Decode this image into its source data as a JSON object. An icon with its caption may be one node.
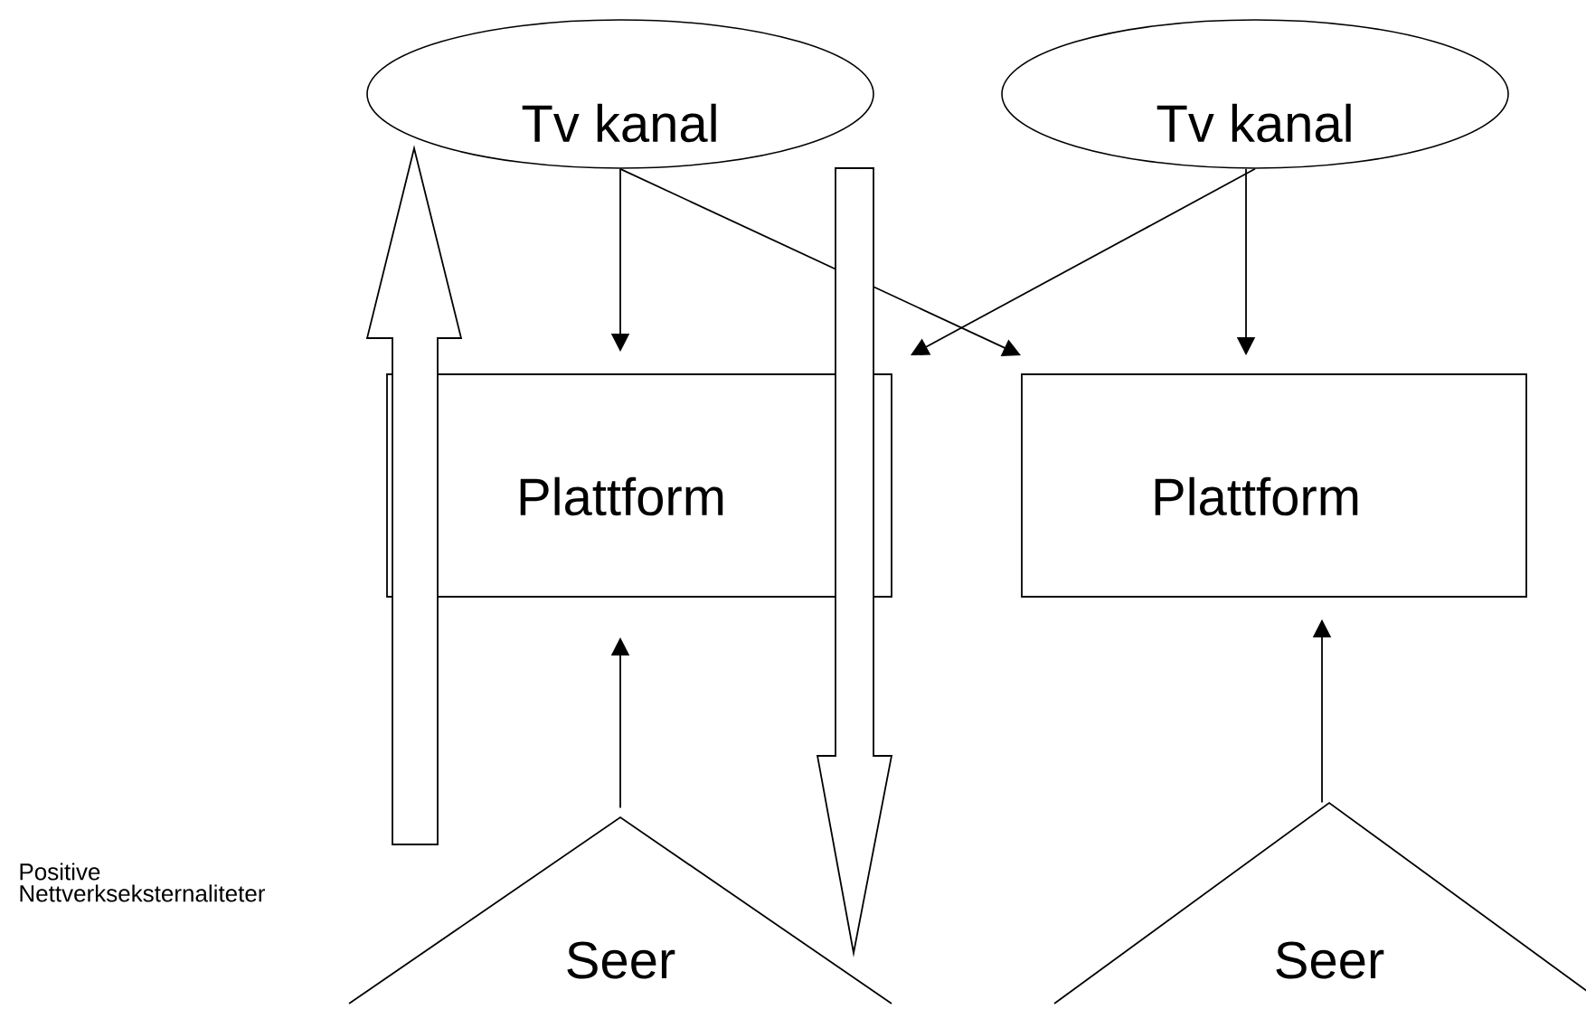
{
  "diagram": {
    "nodes": [
      {
        "text": [
          "Tv kanal"
        ]
      },
      {
        "text": [
          "Tv kanal"
        ]
      },
      {
        "text": [
          "Plattform"
        ]
      },
      {
        "text": [
          "Plattform"
        ]
      },
      {
        "text": [
          "Seer"
        ]
      },
      {
        "text": [
          "Seer"
        ]
      }
    ],
    "edges": [
      {
        "from": 0,
        "to": 2,
        "arrow": "to"
      },
      {
        "from": 0,
        "to": 3,
        "arrow": "to"
      },
      {
        "from": 1,
        "to": 2,
        "arrow": "to"
      },
      {
        "from": 1,
        "to": 3,
        "arrow": "to"
      },
      {
        "from": 4,
        "to": 2,
        "arrow": "to"
      },
      {
        "from": 5,
        "to": 3,
        "arrow": "to"
      },
      {
        "from": 4,
        "to": 0,
        "arrow": "to",
        "style": "thick"
      },
      {
        "from": 0,
        "to": 4,
        "arrow": "to",
        "style": "thick"
      }
    ],
    "labels": [
      "Positive Nettverkseksternaliteter"
    ]
  }
}
